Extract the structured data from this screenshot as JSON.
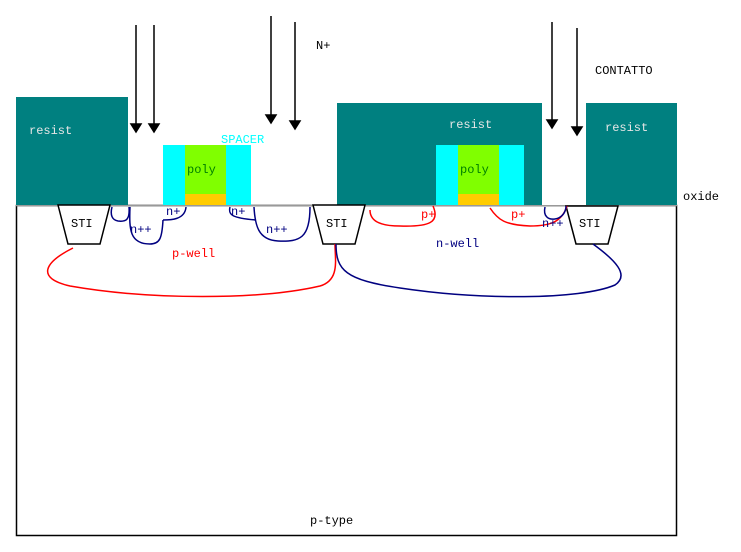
{
  "title": "CMOS cross-section: N+ implant step",
  "colors": {
    "resist": "#008080",
    "spacer": "#00ffff",
    "poly": "#80ff00",
    "gate_oxide": "#ffcc00",
    "n_region": "#000080",
    "p_region": "#ff0000",
    "outline": "#000000",
    "resist_text": "#e6e6e6",
    "poly_text": "#008000"
  },
  "labels": {
    "n_plus_implant": "N+",
    "contatto": "CONTATTO",
    "oxide": "oxide",
    "spacer": "SPACER",
    "resist_left": "resist",
    "resist_center": "resist",
    "resist_right": "resist",
    "poly_left": "poly",
    "poly_right": "poly",
    "sti_left": "STI",
    "sti_center": "STI",
    "sti_right": "STI",
    "n_pp_left": "n++",
    "n_p_left": "n+",
    "n_p_right": "n+",
    "n_pp_right": "n++",
    "p_p_left": "p+",
    "p_p_right": "p+",
    "n_pp_contact": "n++",
    "p_well": "p-well",
    "n_well": "n-well",
    "substrate": "p-type"
  }
}
